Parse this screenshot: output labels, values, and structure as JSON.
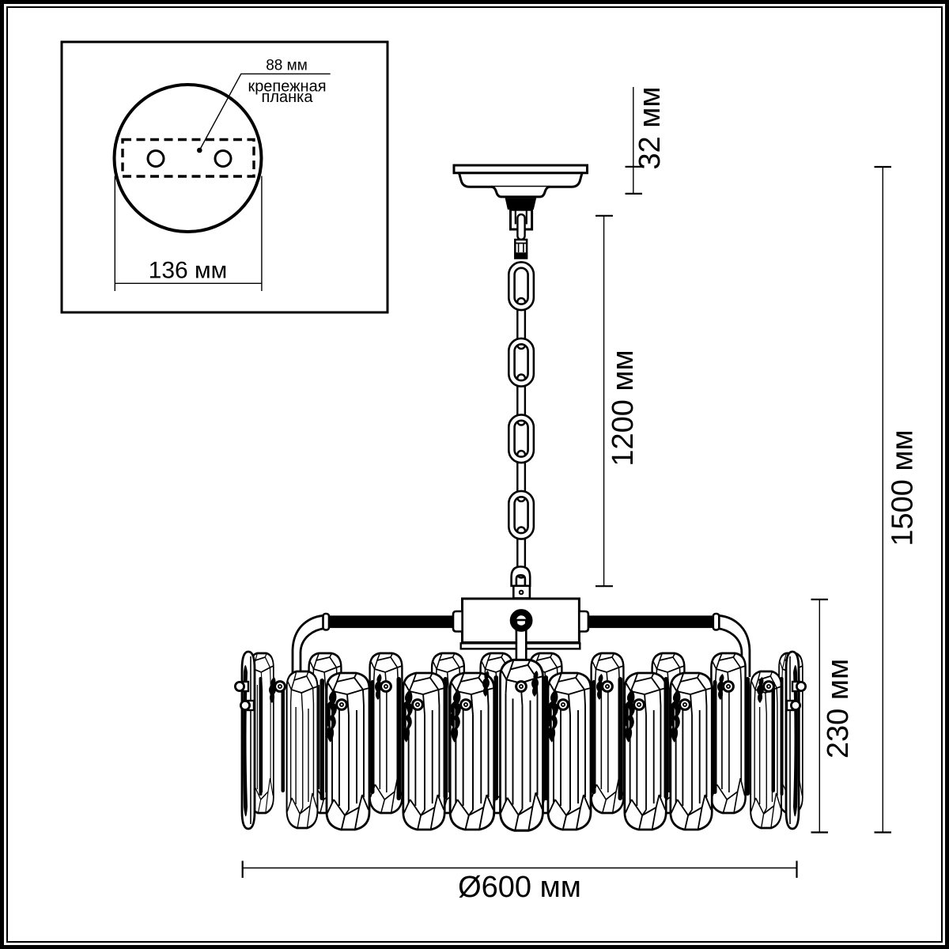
{
  "document": {
    "type": "technical dimensional drawing",
    "subject": "crystal chandelier with chain suspension",
    "background_color": "#ffffff",
    "ink_color": "#000000"
  },
  "inset": {
    "callout_value": "88 мм",
    "callout_label_line1": "крепежная",
    "callout_label_line2": "планка",
    "width_dimension": "136 мм"
  },
  "dimensions": {
    "canopy_height": "32 мм",
    "chain_length": "1200 мм",
    "total_height": "1500 мм",
    "body_height": "230 мм",
    "diameter": "Ø600 мм"
  }
}
